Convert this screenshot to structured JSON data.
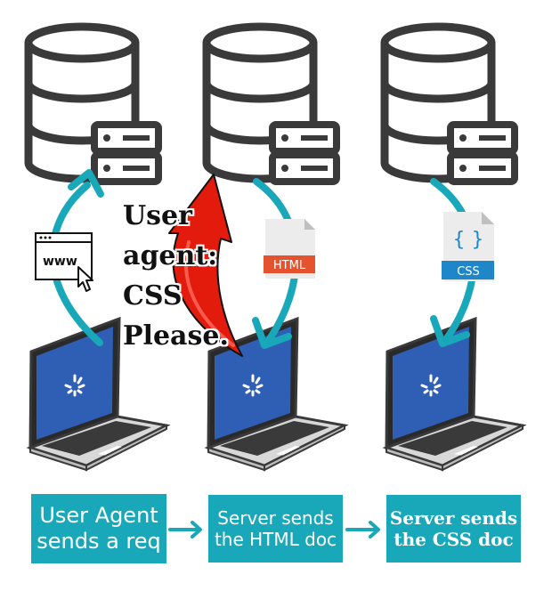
{
  "captions": {
    "step1": "User Agent\nsends a req",
    "step2": "Server sends\nthe HTML doc",
    "step3": "Server sends\nthe CSS doc"
  },
  "request_text": "User\nagent:\nCSS\nPlease.",
  "file_icons": {
    "html": "HTML",
    "css": "CSS",
    "css_braces": "{ }"
  },
  "browser_icon": {
    "label": "www"
  },
  "icons": [
    "server-icon",
    "laptop-icon",
    "browser-window-icon",
    "cursor-icon",
    "html-file-icon",
    "css-file-icon",
    "loading-spinner-icon"
  ],
  "colors": {
    "teal": "#19a8b9",
    "red_arrow": "#e31b0c",
    "screen_blue": "#2e5fb5",
    "outline": "#3a3a3a",
    "html_badge": "#e4532e",
    "css_badge": "#1f86c8"
  }
}
